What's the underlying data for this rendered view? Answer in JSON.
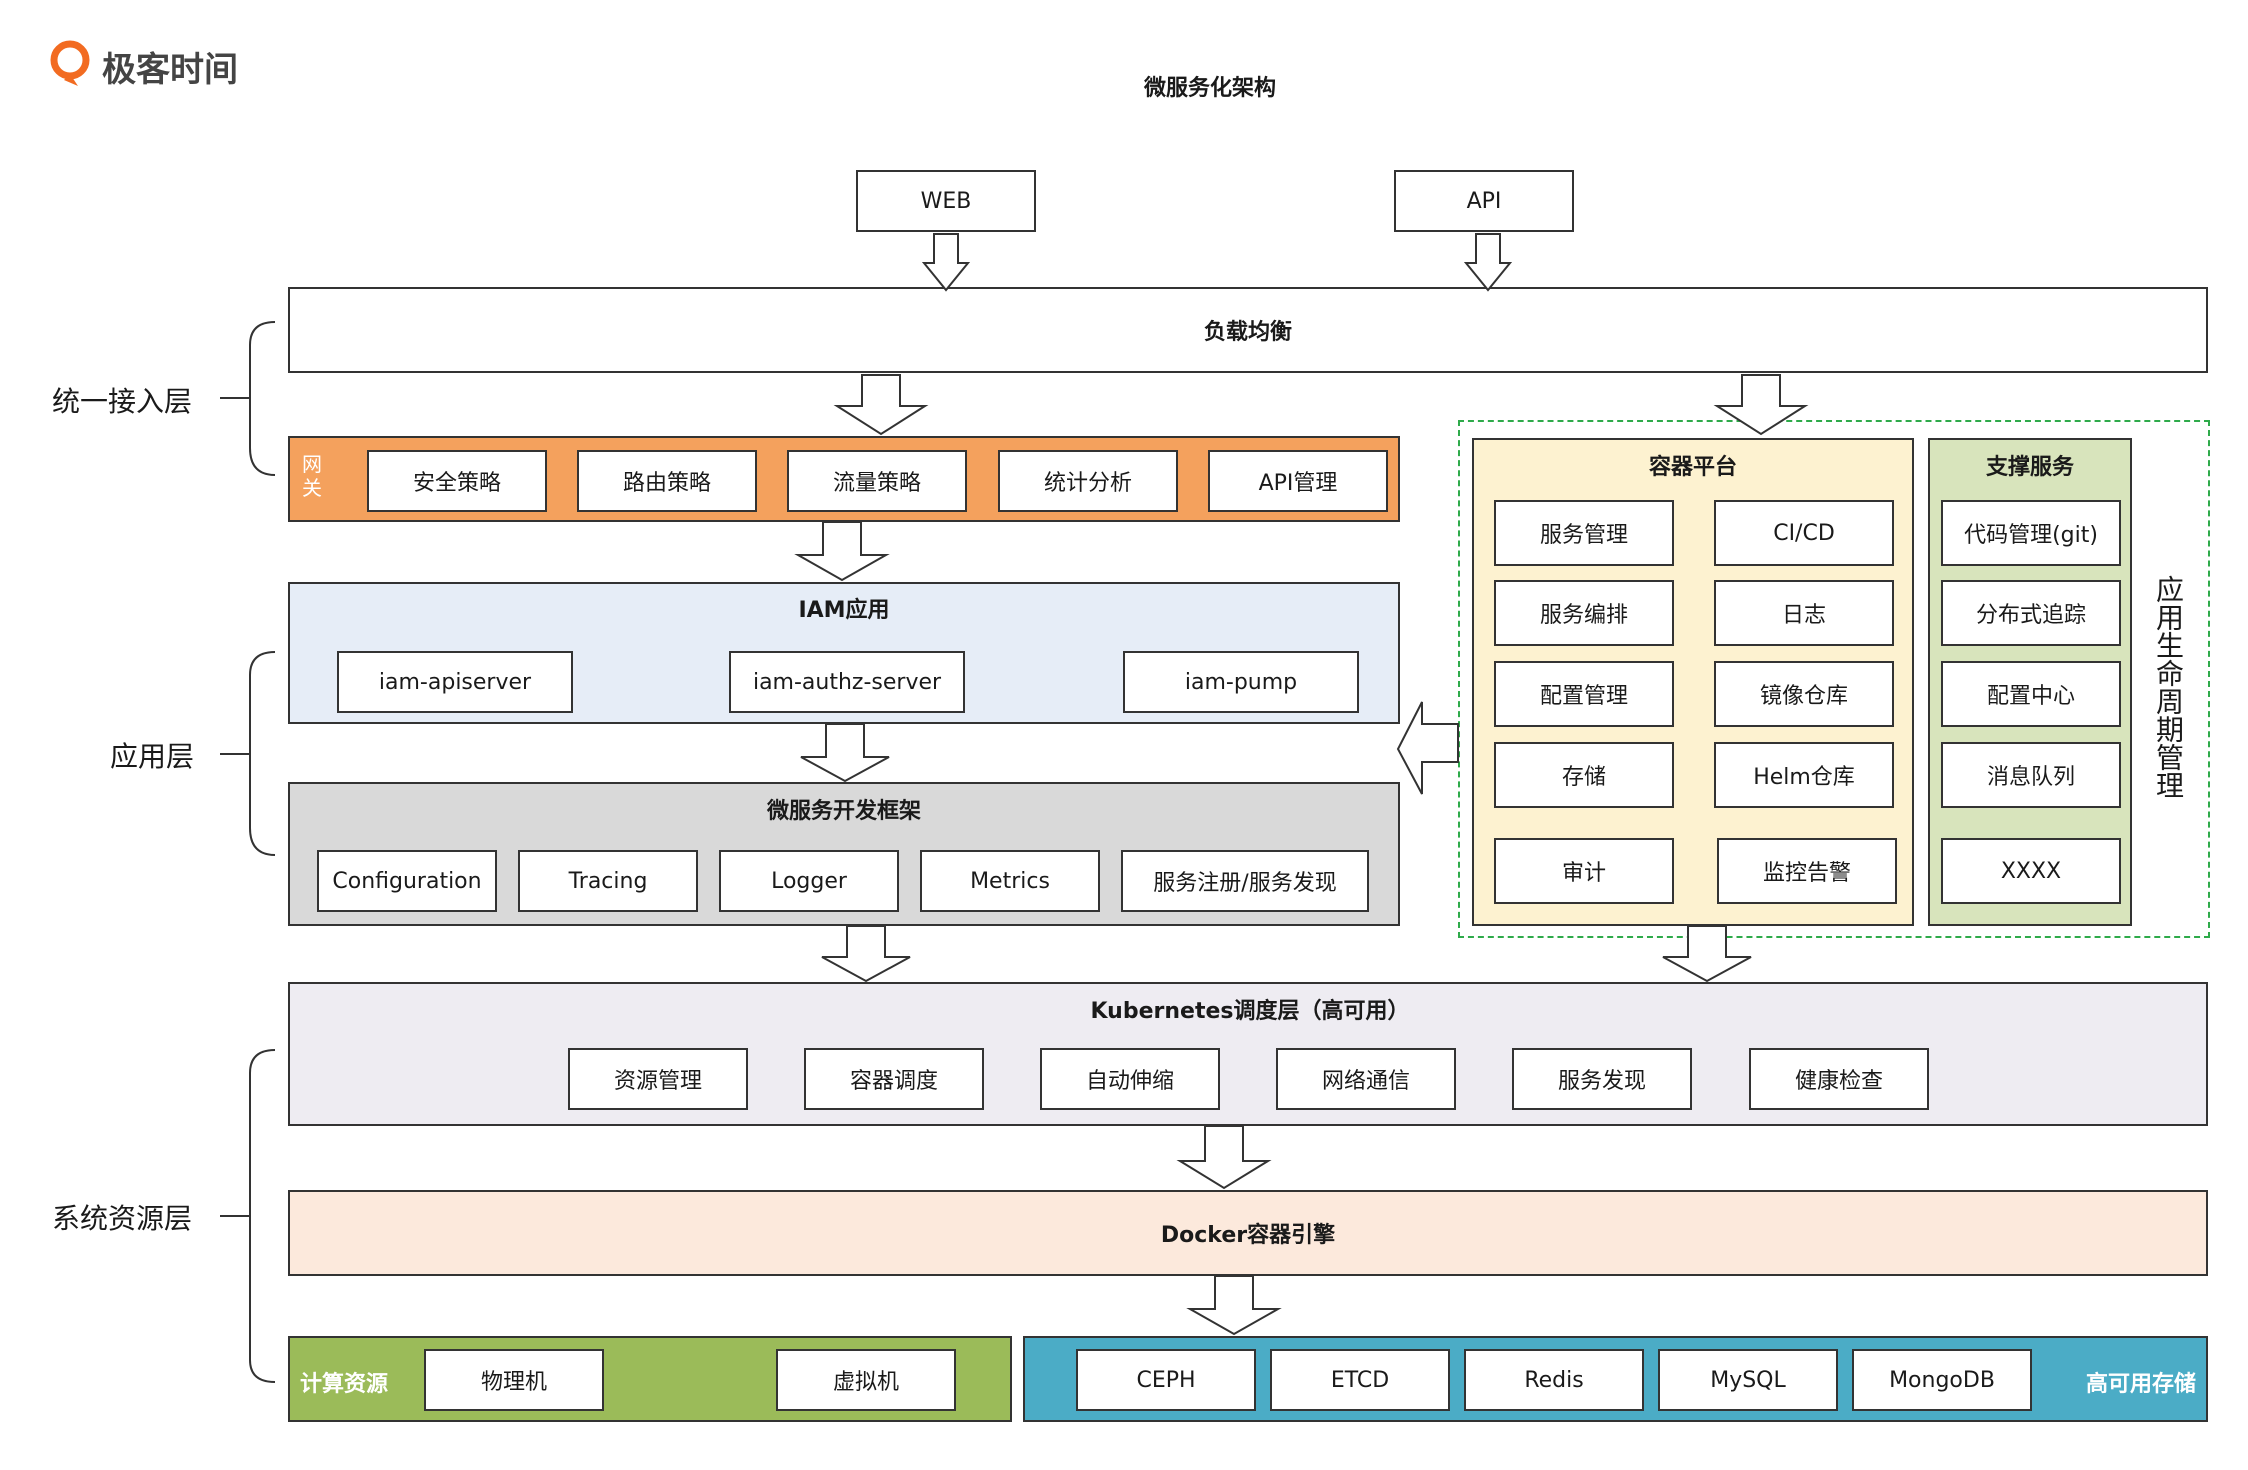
{
  "brand": {
    "name": "极客时间",
    "accent": "#f26b21"
  },
  "title": "微服务化架构",
  "entry": {
    "web": "WEB",
    "api": "API"
  },
  "side_labels": {
    "access": "统一接入层",
    "app": "应用层",
    "system": "系统资源层"
  },
  "load_balance": "负载均衡",
  "gateway": {
    "label": "网\n关",
    "color": "#f4a15d",
    "items": [
      "安全策略",
      "路由策略",
      "流量策略",
      "统计分析",
      "API管理"
    ]
  },
  "iam": {
    "title": "IAM应用",
    "color": "#e6edf7",
    "items": [
      "iam-apiserver",
      "iam-authz-server",
      "iam-pump"
    ]
  },
  "framework": {
    "title": "微服务开发框架",
    "color": "#d9d9d9",
    "items": [
      "Configuration",
      "Tracing",
      "Logger",
      "Metrics",
      "服务注册/服务发现"
    ]
  },
  "container_platform": {
    "title": "容器平台",
    "color": "#fdf2d0",
    "left": [
      "服务管理",
      "服务编排",
      "配置管理",
      "存储",
      "审计"
    ],
    "right": [
      "CI/CD",
      "日志",
      "镜像仓库",
      "Helm仓库",
      "监控告警"
    ]
  },
  "support": {
    "title": "支撑服务",
    "color": "#d8e4bc",
    "items": [
      "代码管理(git)",
      "分布式追踪",
      "配置中心",
      "消息队列",
      "XXXX"
    ]
  },
  "lifecycle": "应用生命周期管理",
  "k8s": {
    "title": "Kubernetes调度层（高可用）",
    "color": "#eeecf2",
    "items": [
      "资源管理",
      "容器调度",
      "自动伸缩",
      "网络通信",
      "服务发现",
      "健康检查"
    ]
  },
  "docker": {
    "title": "Docker容器引擎",
    "color": "#fce9dc"
  },
  "compute": {
    "label": "计算资源",
    "color": "#9bbb59",
    "items": [
      "物理机",
      "虚拟机"
    ]
  },
  "storage": {
    "label": "高可用存储",
    "color": "#4bacc6",
    "items": [
      "CEPH",
      "ETCD",
      "Redis",
      "MySQL",
      "MongoDB"
    ]
  }
}
